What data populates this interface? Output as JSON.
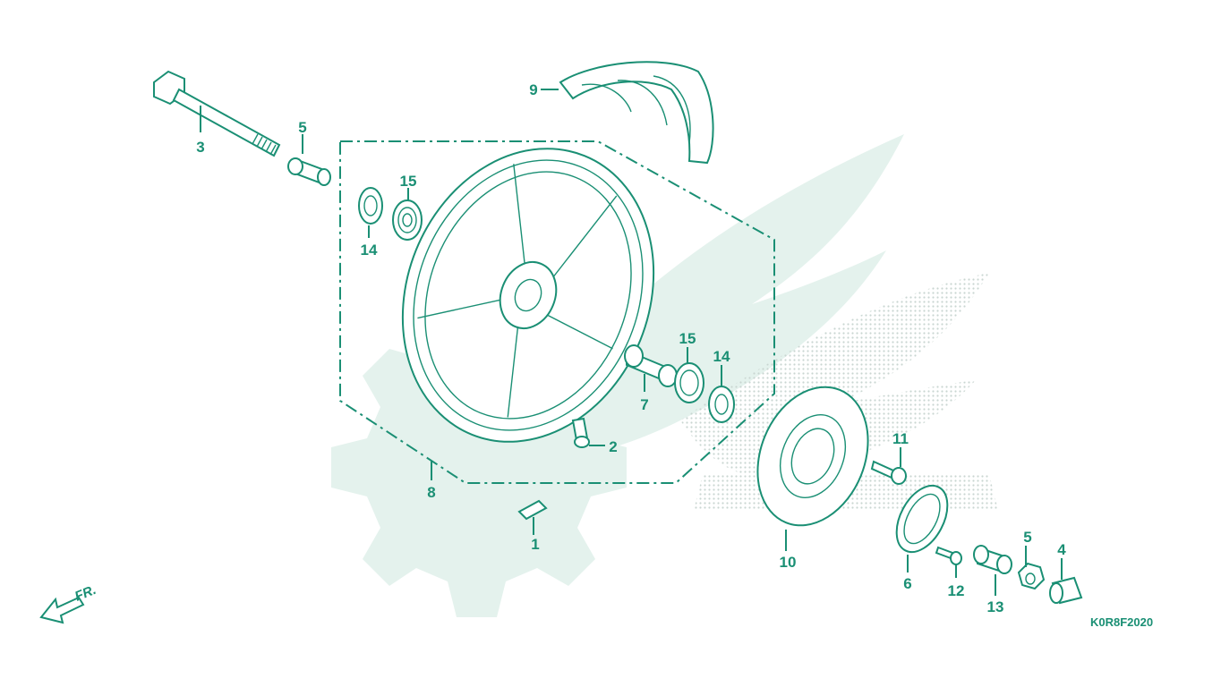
{
  "diagram": {
    "drawing_code": "K0R8F2020",
    "direction_label": "FR.",
    "accent_color": "#1a8f74",
    "watermark_color": "#e4f2ed",
    "callouts": [
      {
        "id": "c3",
        "label": "3"
      },
      {
        "id": "c5a",
        "label": "5"
      },
      {
        "id": "c15a",
        "label": "15"
      },
      {
        "id": "c14a",
        "label": "14"
      },
      {
        "id": "c9",
        "label": "9"
      },
      {
        "id": "c15b",
        "label": "15"
      },
      {
        "id": "c14b",
        "label": "14"
      },
      {
        "id": "c7",
        "label": "7"
      },
      {
        "id": "c2",
        "label": "2"
      },
      {
        "id": "c8",
        "label": "8"
      },
      {
        "id": "c1",
        "label": "1"
      },
      {
        "id": "c11",
        "label": "11"
      },
      {
        "id": "c10",
        "label": "10"
      },
      {
        "id": "c6",
        "label": "6"
      },
      {
        "id": "c12",
        "label": "12"
      },
      {
        "id": "c13",
        "label": "13"
      },
      {
        "id": "c5b",
        "label": "5"
      },
      {
        "id": "c4",
        "label": "4"
      }
    ]
  }
}
